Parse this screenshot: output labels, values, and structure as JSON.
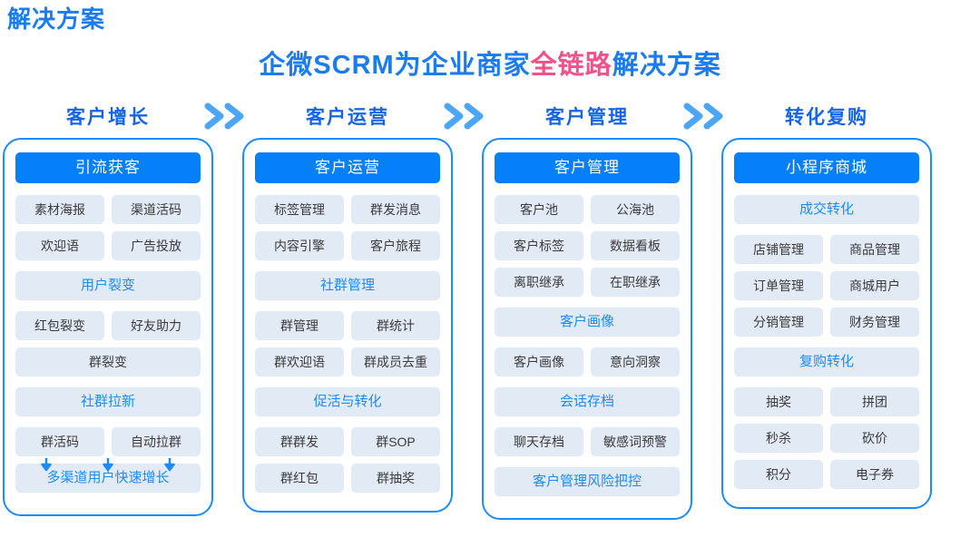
{
  "corner_label": "解决方案",
  "title": {
    "part1": "企微SCRM为企业商家",
    "accent": "全链路",
    "part2": "解决方案"
  },
  "colors": {
    "brand_blue": "#0580fa",
    "header_blue": "#1565e8",
    "panel_border": "#1a8cff",
    "tile_bg": "#e2eaf6",
    "accent_pink": "#f4508c",
    "chevron_blue": "#4da6f5"
  },
  "stages": [
    {
      "label": "客户增长"
    },
    {
      "label": "客户运营"
    },
    {
      "label": "客户管理"
    },
    {
      "label": "转化复购"
    }
  ],
  "separator_icon": "double-chevron-right-icon",
  "columns": [
    {
      "title": "引流获客",
      "rows": [
        {
          "kind": "pair",
          "items": [
            "素材海报",
            "渠道活码"
          ]
        },
        {
          "kind": "pair",
          "items": [
            "欢迎语",
            "广告投放"
          ]
        },
        {
          "kind": "section",
          "items": [
            "用户裂变"
          ]
        },
        {
          "kind": "pair",
          "items": [
            "红包裂变",
            "好友助力"
          ]
        },
        {
          "kind": "wide",
          "items": [
            "群裂变"
          ]
        },
        {
          "kind": "section",
          "items": [
            "社群拉新"
          ]
        },
        {
          "kind": "pair",
          "items": [
            "群活码",
            "自动拉群"
          ]
        },
        {
          "kind": "arrows",
          "items": []
        },
        {
          "kind": "section",
          "items": [
            "多渠道用户快速增长"
          ]
        }
      ]
    },
    {
      "title": "客户运营",
      "rows": [
        {
          "kind": "pair",
          "items": [
            "标签管理",
            "群发消息"
          ]
        },
        {
          "kind": "pair",
          "items": [
            "内容引擎",
            "客户旅程"
          ]
        },
        {
          "kind": "section",
          "items": [
            "社群管理"
          ]
        },
        {
          "kind": "pair",
          "items": [
            "群管理",
            "群统计"
          ]
        },
        {
          "kind": "pair",
          "items": [
            "群欢迎语",
            "群成员去重"
          ]
        },
        {
          "kind": "section",
          "items": [
            "促活与转化"
          ]
        },
        {
          "kind": "pair",
          "items": [
            "群群发",
            "群SOP"
          ]
        },
        {
          "kind": "pair",
          "items": [
            "群红包",
            "群抽奖"
          ]
        }
      ]
    },
    {
      "title": "客户管理",
      "rows": [
        {
          "kind": "pair",
          "items": [
            "客户池",
            "公海池"
          ]
        },
        {
          "kind": "pair",
          "items": [
            "客户标签",
            "数据看板"
          ]
        },
        {
          "kind": "pair",
          "items": [
            "离职继承",
            "在职继承"
          ]
        },
        {
          "kind": "section",
          "items": [
            "客户画像"
          ]
        },
        {
          "kind": "pair",
          "items": [
            "客户画像",
            "意向洞察"
          ]
        },
        {
          "kind": "section",
          "items": [
            "会话存档"
          ]
        },
        {
          "kind": "pair",
          "items": [
            "聊天存档",
            "敏感词预警"
          ]
        },
        {
          "kind": "section",
          "items": [
            "客户管理风险把控"
          ]
        }
      ]
    },
    {
      "title": "小程序商城",
      "rows": [
        {
          "kind": "section",
          "items": [
            "成交转化"
          ]
        },
        {
          "kind": "pair",
          "items": [
            "店铺管理",
            "商品管理"
          ]
        },
        {
          "kind": "pair",
          "items": [
            "订单管理",
            "商城用户"
          ]
        },
        {
          "kind": "pair",
          "items": [
            "分销管理",
            "财务管理"
          ]
        },
        {
          "kind": "section",
          "items": [
            "复购转化"
          ]
        },
        {
          "kind": "pair",
          "items": [
            "抽奖",
            "拼团"
          ]
        },
        {
          "kind": "pair",
          "items": [
            "秒杀",
            "砍价"
          ]
        },
        {
          "kind": "pair",
          "items": [
            "积分",
            "电子券"
          ]
        }
      ]
    }
  ]
}
